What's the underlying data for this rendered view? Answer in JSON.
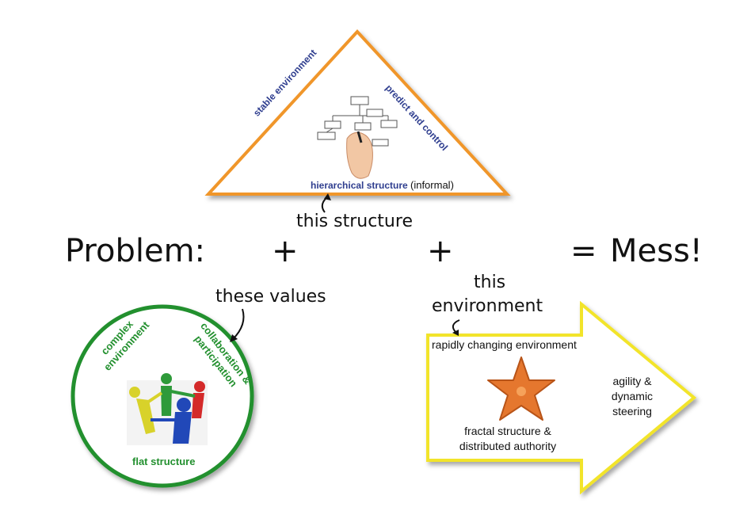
{
  "triangle": {
    "left_label": "stable environment",
    "right_label": "predict and control",
    "bottom_label": "hierarchical structure",
    "bottom_suffix": "(informal)",
    "border_color": "#f0962a"
  },
  "equation": {
    "prefix": "Problem:",
    "plus1": "+",
    "plus2": "+",
    "equals": "=",
    "result": "Mess!"
  },
  "callouts": {
    "structure": "this structure",
    "values": "these values",
    "environment_line1": "this",
    "environment_line2": "environment"
  },
  "circle": {
    "left_label_line1": "complex",
    "left_label_line2": "environment",
    "right_label_line1": "collaboration &",
    "right_label_line2": "participation",
    "bottom_label": "flat structure",
    "border_color": "#23902f"
  },
  "arrow": {
    "top_label": "rapidly changing environment",
    "bottom_label_line1": "fractal structure &",
    "bottom_label_line2": "distributed authority",
    "right_label_line1": "agility &",
    "right_label_line2": "dynamic",
    "right_label_line3": "steering",
    "border_color": "#f2e42a"
  },
  "icons": {
    "triangle_image": "hand-drawing-org-chart-icon",
    "circle_image": "people-holding-hands-icon",
    "arrow_image": "starfish-icon"
  }
}
